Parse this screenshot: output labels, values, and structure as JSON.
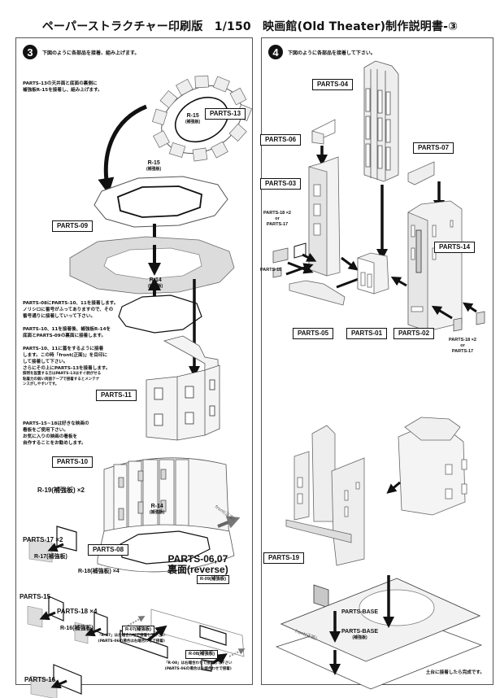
{
  "document": {
    "title": "ペーパーストラクチャー印刷版　1/150　映画館(Old Theater)制作説明書-③"
  },
  "step3": {
    "number": "3",
    "heading": "下図のように各部品を接着、組み上げます。",
    "note_parts13": [
      "PARTS-13の天井面と底面の裏側に",
      "補強板R-15を接着し、組み上げます。"
    ],
    "labels": {
      "parts13": "PARTS-13",
      "r15_top": "R-15",
      "r15_top_sub": "(補強板)",
      "r15_mid": "R-15",
      "r15_mid_sub": "(補強板)",
      "parts09": "PARTS-09",
      "r14_top": "R-14",
      "r14_top_sub": "(補強板)",
      "parts11": "PARTS-11",
      "parts10": "PARTS-10",
      "r14_bottom": "R-14",
      "r14_bottom_sub": "(補強板)",
      "front": "front(正面)",
      "r19": "R-19(補強板) ×2",
      "parts17": "PARTS-17 ×2",
      "parts08": "PARTS-08",
      "r17": "R-17(補強板)",
      "parts15": "PARTS-15",
      "r18": "R-18(補強板) ×4",
      "parts18": "PARTS-18 ×4",
      "r16": "R-16(補強板)",
      "parts16": "PARTS-16",
      "parts0607_title": "PARTS-06,07",
      "parts0607_sub": "裏面(reverse)",
      "r09": "R-09(補強板)",
      "r07": "R-07(補強板)",
      "r08": "R-08(補強板)"
    },
    "instructions_a": [
      "PARTS-08にPARTS-10、11を接着します。",
      "ノリシロに番号がふってありますので、その",
      "番号通りに接着していって下さい。"
    ],
    "instructions_b": [
      "PARTS-10、11を接着後、補強板R-14を",
      "底面とPARTS-09の裏面に接着します。"
    ],
    "instructions_c": [
      "PARTS-10、11に蓋をするように接着",
      "します。この時「front(正面)」を目印に",
      "して接着して下さい。",
      "さらにその上にPARTS-13を接着します。"
    ],
    "instructions_c_small": [
      "照明を設置する方はPARTS-13はすぐ剥がせる",
      "粘着力の弱い両面テープで接着するとメンテナ",
      "ンスがしやすいです。"
    ],
    "instructions_d": [
      "PARTS-15~18は好きな映画の",
      "看板をご使用下さい。",
      "お気に入りの映画の看板を",
      "自作することをお勧めします。"
    ],
    "note_r07": [
      "「R-07」は左端合わせで接着して下さい",
      "(PARTS-06の場合は右端合わせで接着)"
    ],
    "note_r08": [
      "「R-08」は右端合わせで接着して下さい",
      "(PARTS-06の場合は左端合わせで接着)"
    ]
  },
  "step4": {
    "number": "4",
    "heading": "下図のように各部品を接着して下さい。",
    "labels": {
      "parts04": "PARTS-04",
      "parts06": "PARTS-06",
      "parts07": "PARTS-07",
      "parts03": "PARTS-03",
      "parts18_left": "PARTS-18 ×2",
      "or_left": "or",
      "parts17_left": "PARTS-17",
      "parts16": "PARTS-16",
      "parts14": "PARTS-14",
      "parts05": "PARTS-05",
      "parts01": "PARTS-01",
      "parts02": "PARTS-02",
      "parts18_right": "PARTS-18 ×2",
      "or_right": "or",
      "parts17_right": "PARTS-17",
      "parts19": "PARTS-19",
      "base": "PARTS-BASE",
      "base_r": "PARTS-BASE",
      "base_r_sub": "(補強板)",
      "front": "front(正面)"
    },
    "completion": "土台に接着したら完成です。"
  },
  "colors": {
    "ink": "#111111",
    "part_fill": "#e6e6e6",
    "part_fill_dark": "#bdbdbd",
    "frame": "#555555"
  }
}
